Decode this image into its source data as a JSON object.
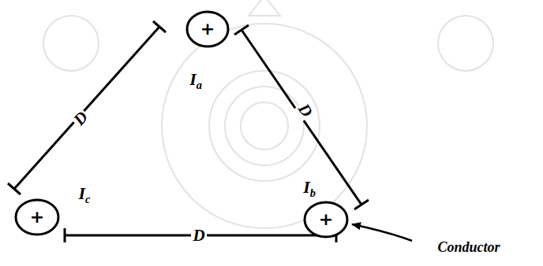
{
  "diagram": {
    "nodes": [
      {
        "text": [
          "+"
        ]
      },
      {
        "text": [
          "+"
        ]
      },
      {
        "text": [
          "+"
        ]
      }
    ],
    "labels": [
      "Ia",
      "Ib",
      "Ic",
      "D",
      "D",
      "D",
      "Conductor"
    ]
  }
}
